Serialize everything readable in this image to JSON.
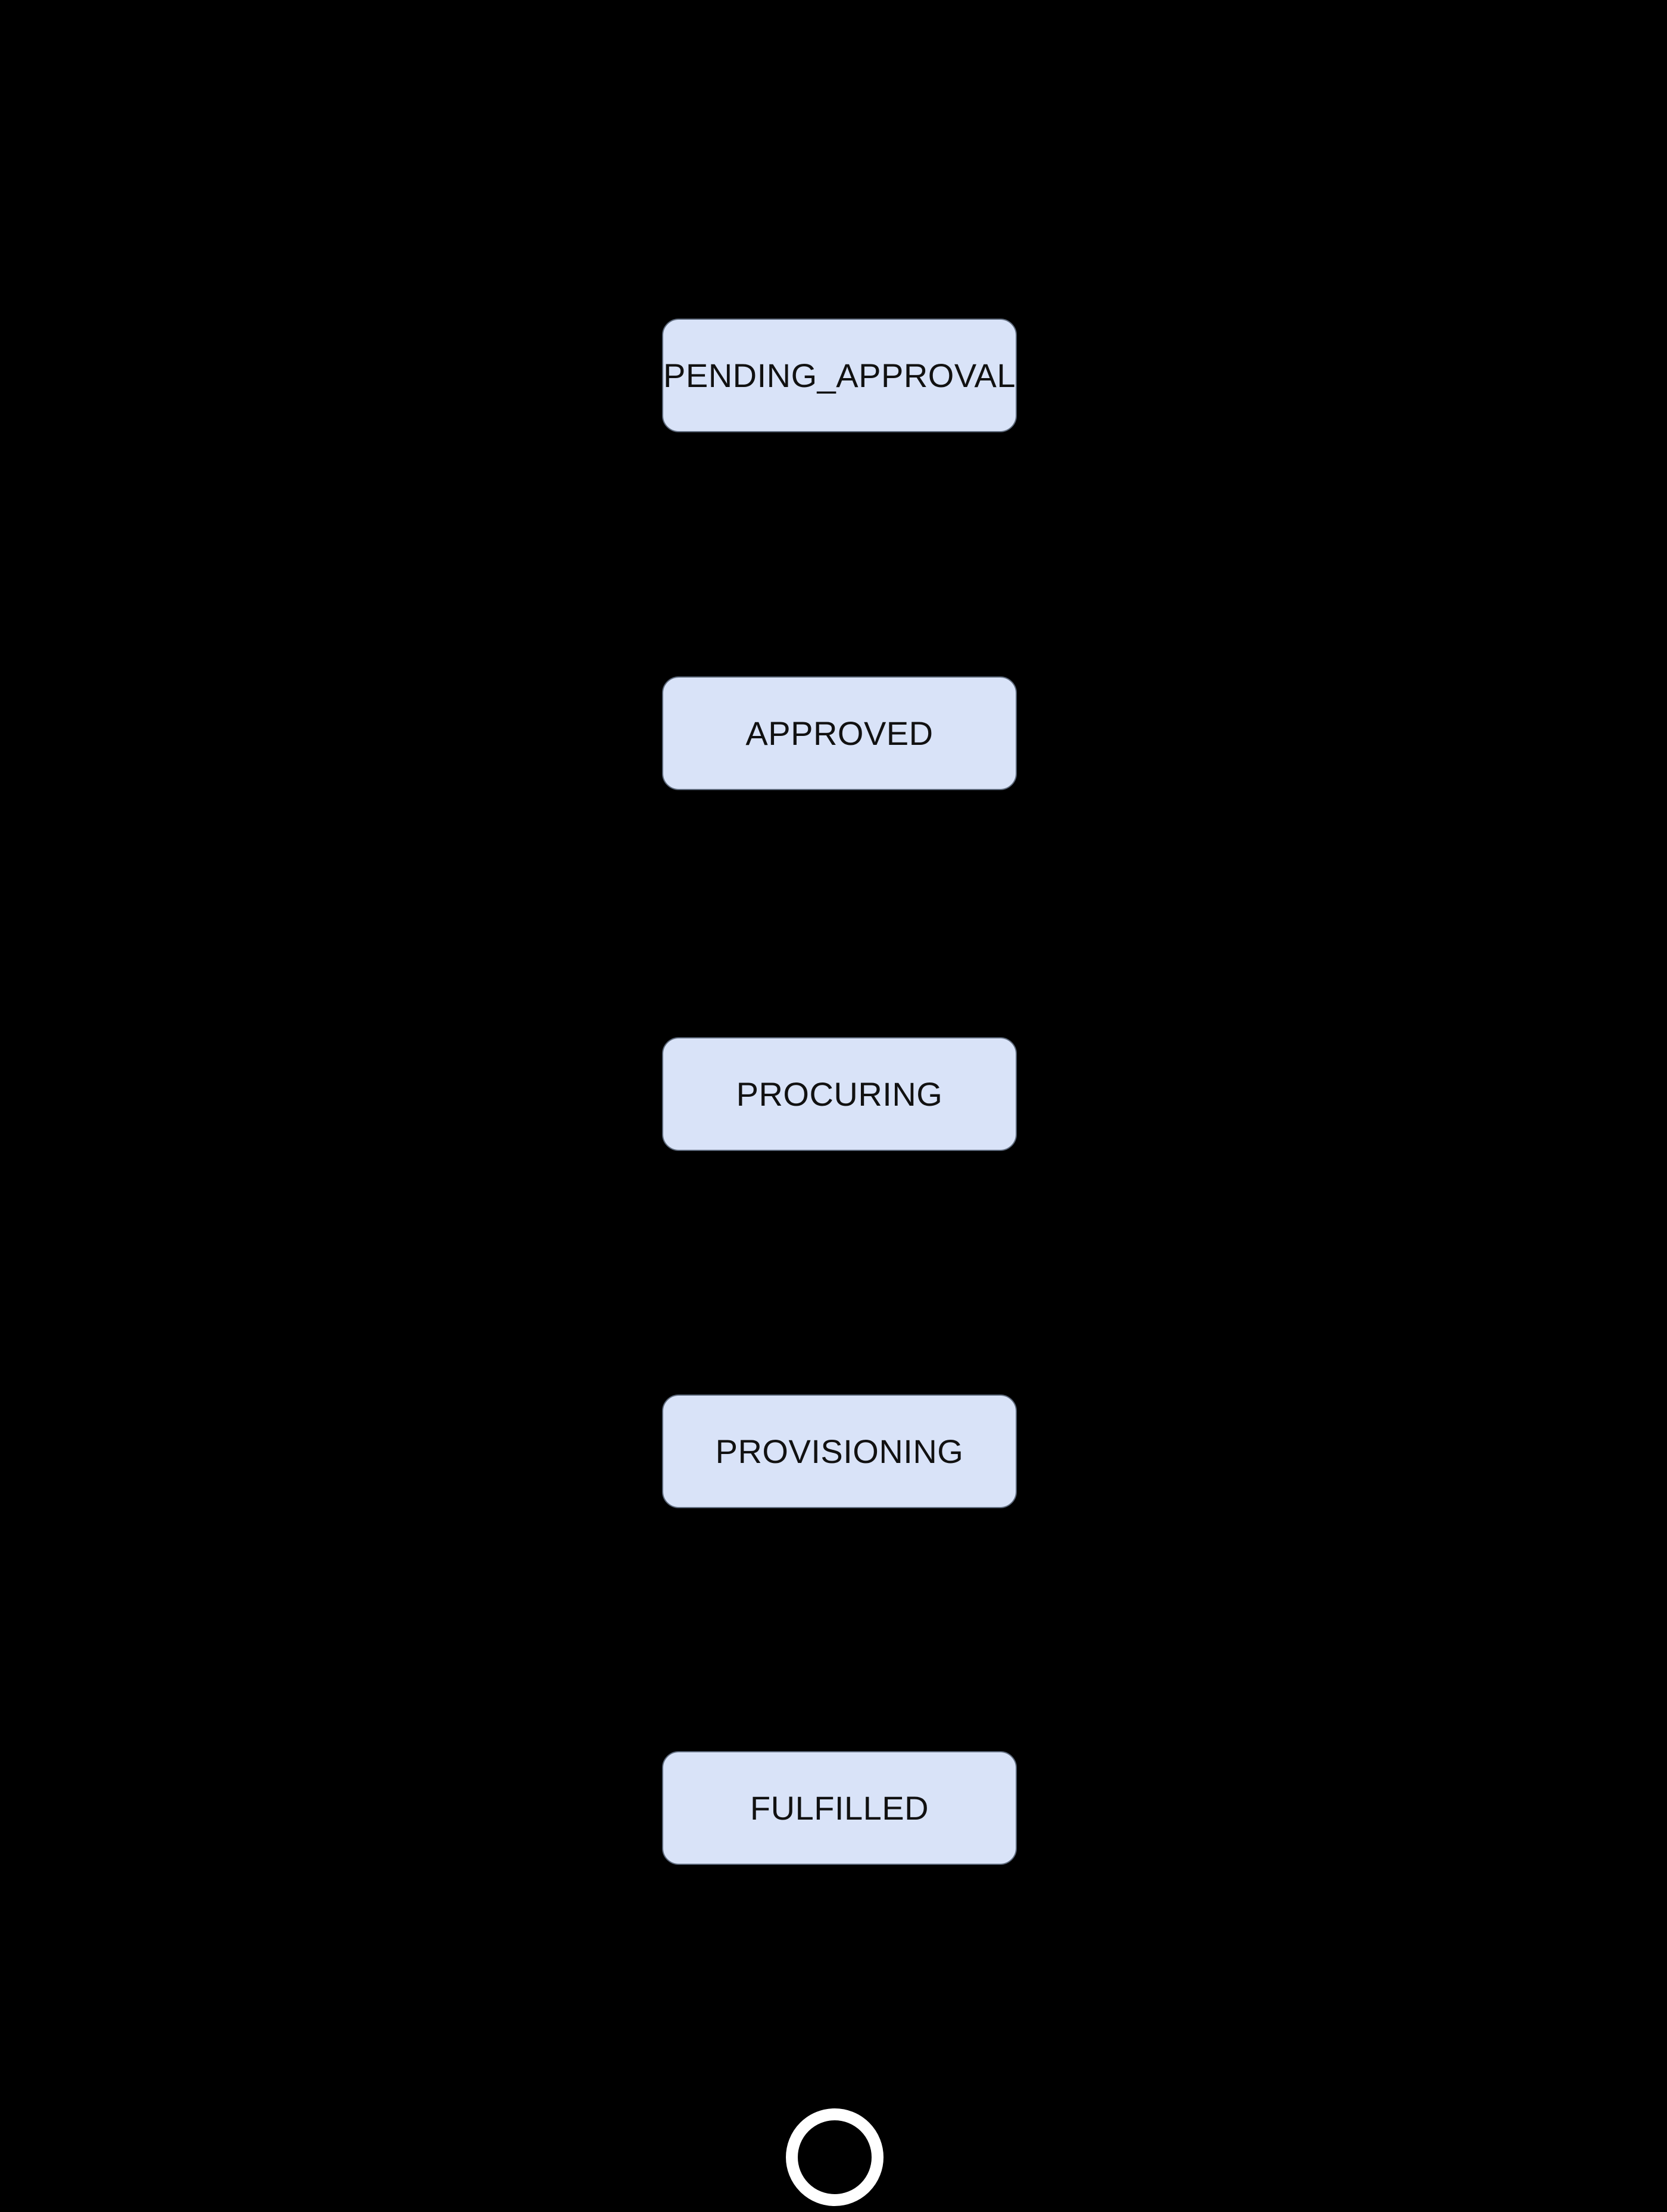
{
  "diagram": {
    "type": "state-flow-diagram",
    "background_color": "#000000",
    "node_style": {
      "fill_color": "#d9e3f8",
      "border_color": "#5f6b7d",
      "text_color": "#111111",
      "shape": "rounded-rectangle"
    },
    "nodes": [
      {
        "id": "pending-approval",
        "label": "PENDING_APPROVAL"
      },
      {
        "id": "approved",
        "label": "APPROVED"
      },
      {
        "id": "procuring",
        "label": "PROCURING"
      },
      {
        "id": "provisioning",
        "label": "PROVISIONING"
      },
      {
        "id": "fulfilled",
        "label": "FULFILLED"
      }
    ],
    "end_marker": {
      "icon": "final-state-ring-icon",
      "shape": "ring",
      "color": "#ffffff"
    }
  }
}
